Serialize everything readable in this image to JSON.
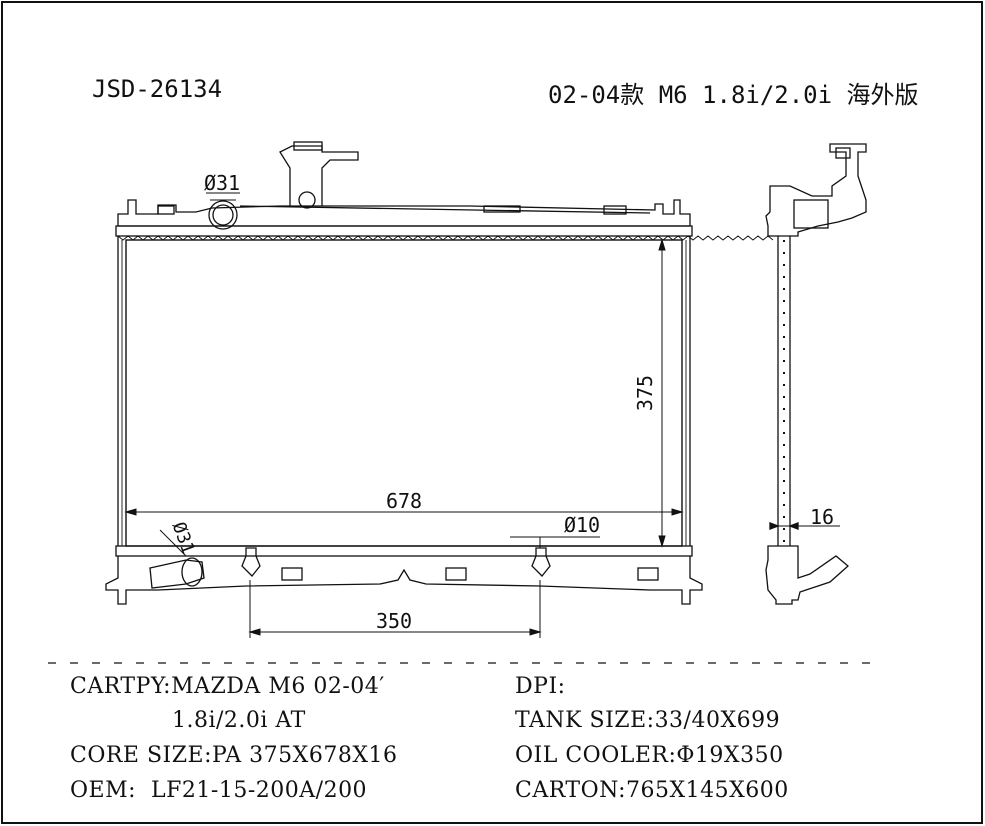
{
  "header": {
    "part_no": "JSD-26134",
    "model": "02-04款 M6 1.8i/2.0i 海外版"
  },
  "dimensions": {
    "height": "375",
    "width": "678",
    "pipe_top": "Ø31",
    "pipe_bottom": "Ø31",
    "oil_fitting": "Ø10",
    "oil_spacing": "350",
    "side_thickness": "16"
  },
  "specs": {
    "cartype_label": "CARTPY:",
    "cartype_value": "MAZDA M6 02-04′",
    "cartype_value2": "1.8i/2.0i AT",
    "core_label": "CORE SIZE:",
    "core_value": "PA 375X678X16",
    "oem_label": "OEM:",
    "oem_value": "LF21-15-200A/200",
    "dpi_label": "DPI:",
    "dpi_value": "",
    "tank_label": "TANK SIZE:",
    "tank_value": "33/40X699",
    "oil_label": "OIL COOLER:",
    "oil_value": "Φ19X350",
    "carton_label": "CARTON:",
    "carton_value": "765X145X600"
  }
}
